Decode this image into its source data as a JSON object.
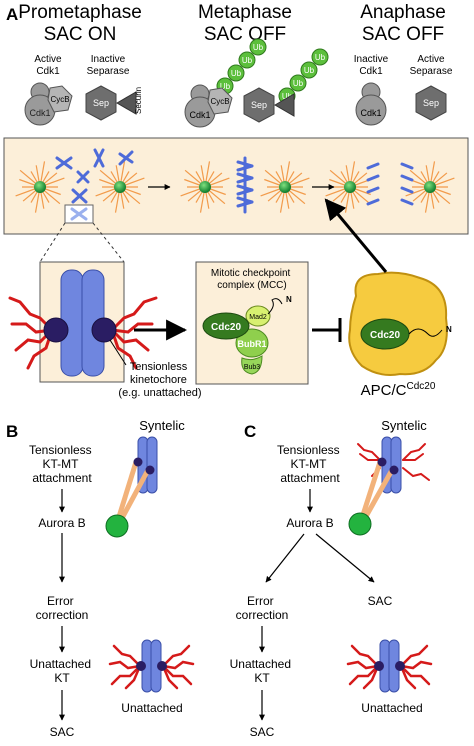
{
  "panelA": {
    "letter": "A",
    "phases": [
      {
        "name": "Prometaphase",
        "state": "SAC ON"
      },
      {
        "name": "Metaphase",
        "state": "SAC OFF"
      },
      {
        "name": "Anaphase",
        "state": "SAC OFF"
      }
    ],
    "pro": {
      "active_cdk1_l1": "Active",
      "active_cdk1_l2": "Cdk1",
      "inactive_sep_l1": "Inactive",
      "inactive_sep_l2": "Separase",
      "cycb": "CycB",
      "cdk1": "Cdk1",
      "sep": "Sep",
      "securin": "Securin"
    },
    "meta": {
      "ub": "Ub",
      "cycb": "CycB",
      "cdk1": "Cdk1",
      "sep": "Sep"
    },
    "ana": {
      "inactive_cdk1_l1": "Inactive",
      "inactive_cdk1_l2": "Cdk1",
      "active_sep_l1": "Active",
      "active_sep_l2": "Separase",
      "cdk1": "Cdk1",
      "sep": "Sep"
    },
    "kinetochore_l1": "Tensionless",
    "kinetochore_l2": "kinetochore",
    "kinetochore_l3": "(e.g. unattached)",
    "mcc_l1": "Mitotic checkpoint",
    "mcc_l2": "complex (MCC)",
    "cdc20": "Cdc20",
    "mad2": "Mad2",
    "bubr1": "BubR1",
    "bub3": "Bub3",
    "n_term": "N",
    "apc_main": "APC/C",
    "apc_sup": "Cdc20"
  },
  "panelB": {
    "letter": "B",
    "title": "Syntelic",
    "flow": [
      "Tensionless",
      "KT-MT",
      "attachment",
      "Aurora B",
      "Error",
      "correction",
      "Unattached",
      "KT",
      "SAC"
    ],
    "bottom_label": "Unattached"
  },
  "panelC": {
    "letter": "C",
    "title": "Syntelic",
    "flow": [
      "Tensionless",
      "KT-MT",
      "attachment",
      "Aurora B",
      "Error",
      "correction",
      "SAC",
      "Unattached",
      "KT",
      "SAC"
    ],
    "bottom_label": "Unattached"
  }
}
